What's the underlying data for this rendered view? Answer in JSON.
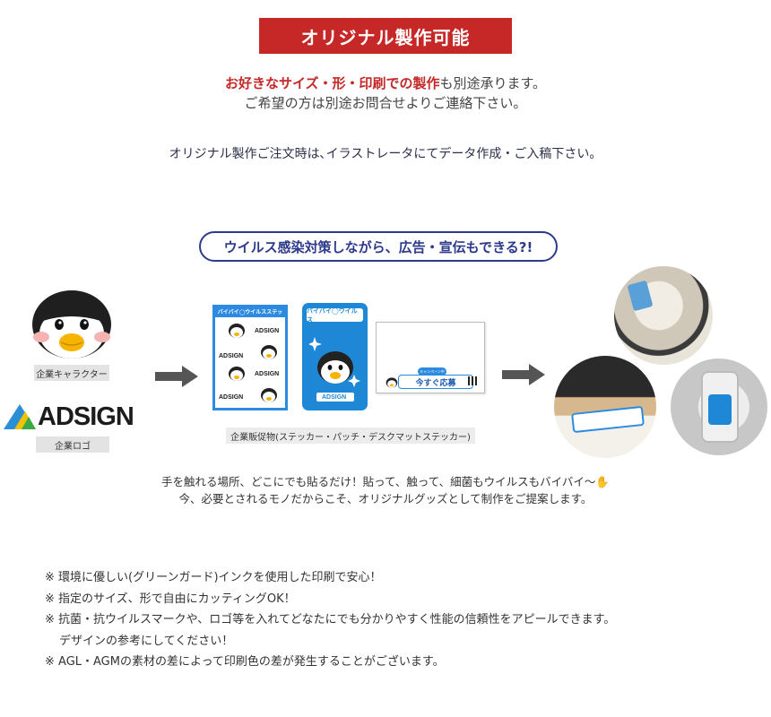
{
  "banner": "オリジナル製作可能",
  "intro": {
    "red_text": "お好きなサイズ・形・印刷での製作",
    "rest_line1": "も別途承ります。",
    "line2": "ご希望の方は別途お問合せよりご連絡下さい。"
  },
  "note_ai": "オリジナル製作ご注文時は､イラストレータにてデータ作成・ご入稿下さい。",
  "pill": "ウイルス感染対策しながら、広告・宣伝もできる?!",
  "left": {
    "character_label": "企業キャラクター",
    "logo_text": "ADSIGN",
    "logo_label": "企業ロゴ"
  },
  "products": {
    "sheet_title": "バイバイ◯ウイルスステッカー",
    "sticker_logo": "ADSIGN",
    "patch_title": "バイバイ◯ウイルス",
    "patch_logo": "ADSIGN",
    "mat_bubble": "キャンペーン中",
    "mat_cta": "今すぐ応募",
    "caption": "企業販促物(ステッカー・パッチ・デスクマットステッカー)"
  },
  "description": [
    "手を触れる場所、どこにでも貼るだけ！貼って、触って、細菌もウイルスもバイバイ〜",
    "今、必要とされるモノだからこそ、オリジナルグッズとして制作をご提案します。"
  ],
  "notes": [
    "※ 環境に優しい(グリーンガード)インクを使用した印刷で安心！",
    "※ 指定のサイズ、形で自由にカッティングOK！",
    "※ 抗菌・抗ウイルスマークや、ロゴ等を入れてどなたにでも分かりやすく性能の信頼性をアピールできます。",
    "デザインの参考にしてください！",
    "※ AGL・AGMの素材の差によって印刷色の差が発生することがございます。"
  ],
  "colors": {
    "accent_red": "#c62828",
    "navy": "#2d3a8c",
    "product_blue": "#2c8be0"
  }
}
